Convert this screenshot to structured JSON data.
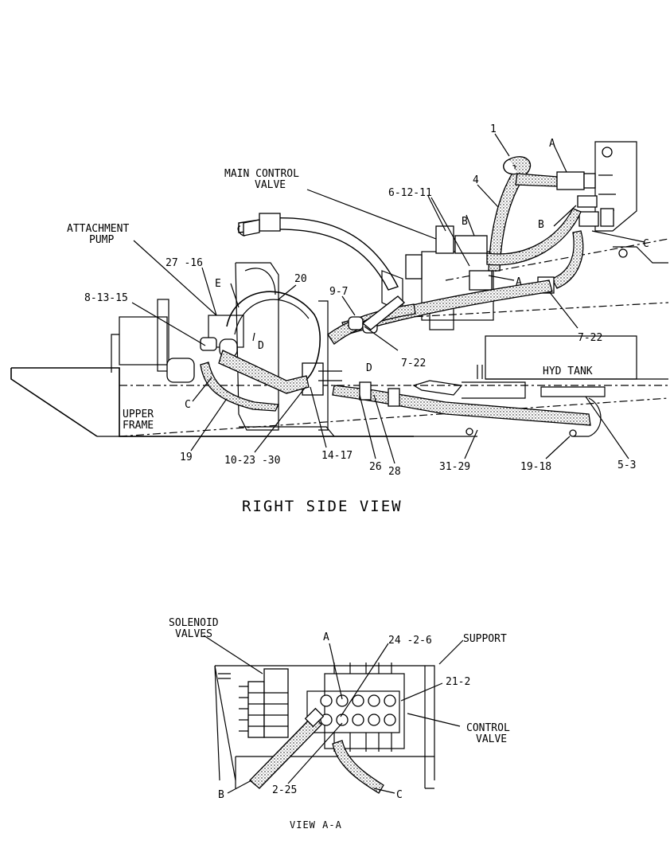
{
  "views": {
    "right_side": {
      "title": "RIGHT SIDE VIEW",
      "labels": {
        "main_control_valve_1": "MAIN CONTROL",
        "main_control_valve_2": "VALVE",
        "attachment_pump_1": "ATTACHMENT",
        "attachment_pump_2": "PUMP",
        "upper_frame_1": "UPPER",
        "upper_frame_2": "FRAME",
        "hyd_tank": "HYD TANK",
        "c1": "1",
        "c4": "4",
        "c6_12_11": "6-12-11",
        "c27_16": "27 -16",
        "c8_13_15": "8-13-15",
        "c20": "20",
        "c9_7": "9-7",
        "c7_22_a": "7-22",
        "c7_22_b": "7-22",
        "c19_a": "19",
        "c10_23_30": "10-23 -30",
        "c14_17": "14-17",
        "c26": "26",
        "c28": "28",
        "c31_29": "31-29",
        "c19_18": "19-18",
        "c5_3": "5-3",
        "A_top": "A",
        "A_mid": "A",
        "B_valve": "B",
        "B_right": "B",
        "C_right": "C",
        "C_pump": "C",
        "D_left": "D",
        "D_right": "D",
        "E": "E"
      }
    },
    "view_a_a": {
      "title": "VIEW  A-A",
      "labels": {
        "solenoid_1": "SOLENOID",
        "solenoid_2": "VALVES",
        "A": "A",
        "c24_2_6": "24 -2-6",
        "support": "SUPPORT",
        "c21_2": "21-2",
        "control_valve_1": "CONTROL",
        "control_valve_2": "VALVE",
        "B": "B",
        "c2_25": "2-25",
        "C": "C"
      }
    }
  }
}
